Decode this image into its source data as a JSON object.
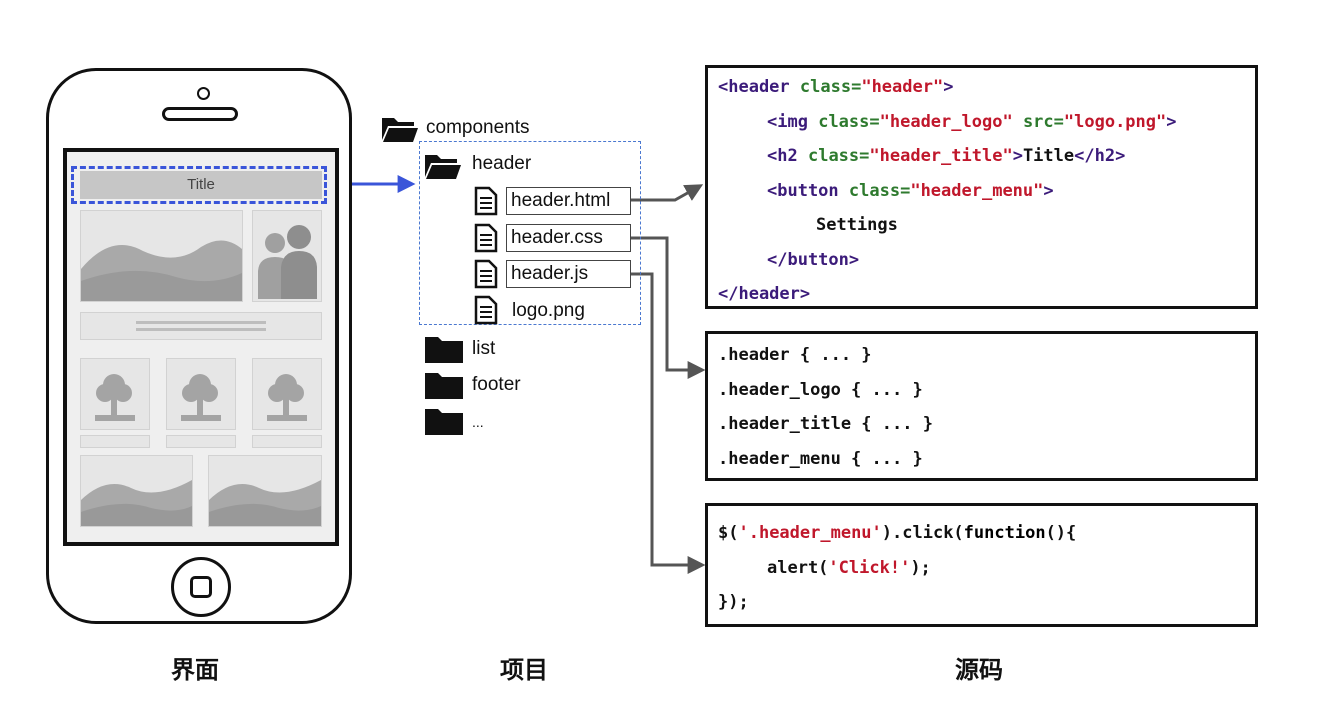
{
  "phone": {
    "title_bar_text": "Title"
  },
  "tree": {
    "root_folder": "components",
    "header_folder": "header",
    "files": [
      "header.html",
      "header.css",
      "header.js",
      "logo.png"
    ],
    "other_folders": [
      "list",
      "footer",
      "..."
    ]
  },
  "code_html": {
    "line1_tag_open": "<header",
    "line1_attr": "class=",
    "line1_val": "\"header\"",
    "line1_close": ">",
    "line2_tag": "<img",
    "line2_attr1": "class=",
    "line2_val1": "\"header_logo\"",
    "line2_attr2": "src=",
    "line2_val2": "\"logo.png\"",
    "line2_close": ">",
    "line3_tag": "<h2",
    "line3_attr": "class=",
    "line3_val": "\"header_title\"",
    "line3_close": ">",
    "line3_text": "Title",
    "line3_end": "</h2>",
    "line4_tag": "<button",
    "line4_attr": "class=",
    "line4_val": "\"header_menu\"",
    "line4_close": ">",
    "line5_text": "Settings",
    "line6_end": "</button>",
    "line7_end": "</header>"
  },
  "code_css": [
    ".header { ... }",
    ".header_logo { ... }",
    ".header_title { ... }",
    ".header_menu { ... }"
  ],
  "code_js": {
    "line1_a": "$(",
    "line1_str": "'.header_menu'",
    "line1_b": ").click(",
    "line1_kw": "function",
    "line1_c": "(){",
    "line2_a": "alert(",
    "line2_str": "'Click!'",
    "line2_b": ");",
    "line3": "});"
  },
  "captions": {
    "ui": "界面",
    "project": "项目",
    "source": "源码"
  },
  "colors": {
    "highlight_blue": "#3a55d9",
    "arrow_gray": "#555555",
    "tag_purple": "#3b1b7a",
    "attr_green": "#2e7a2e",
    "string_red": "#c0172b"
  }
}
